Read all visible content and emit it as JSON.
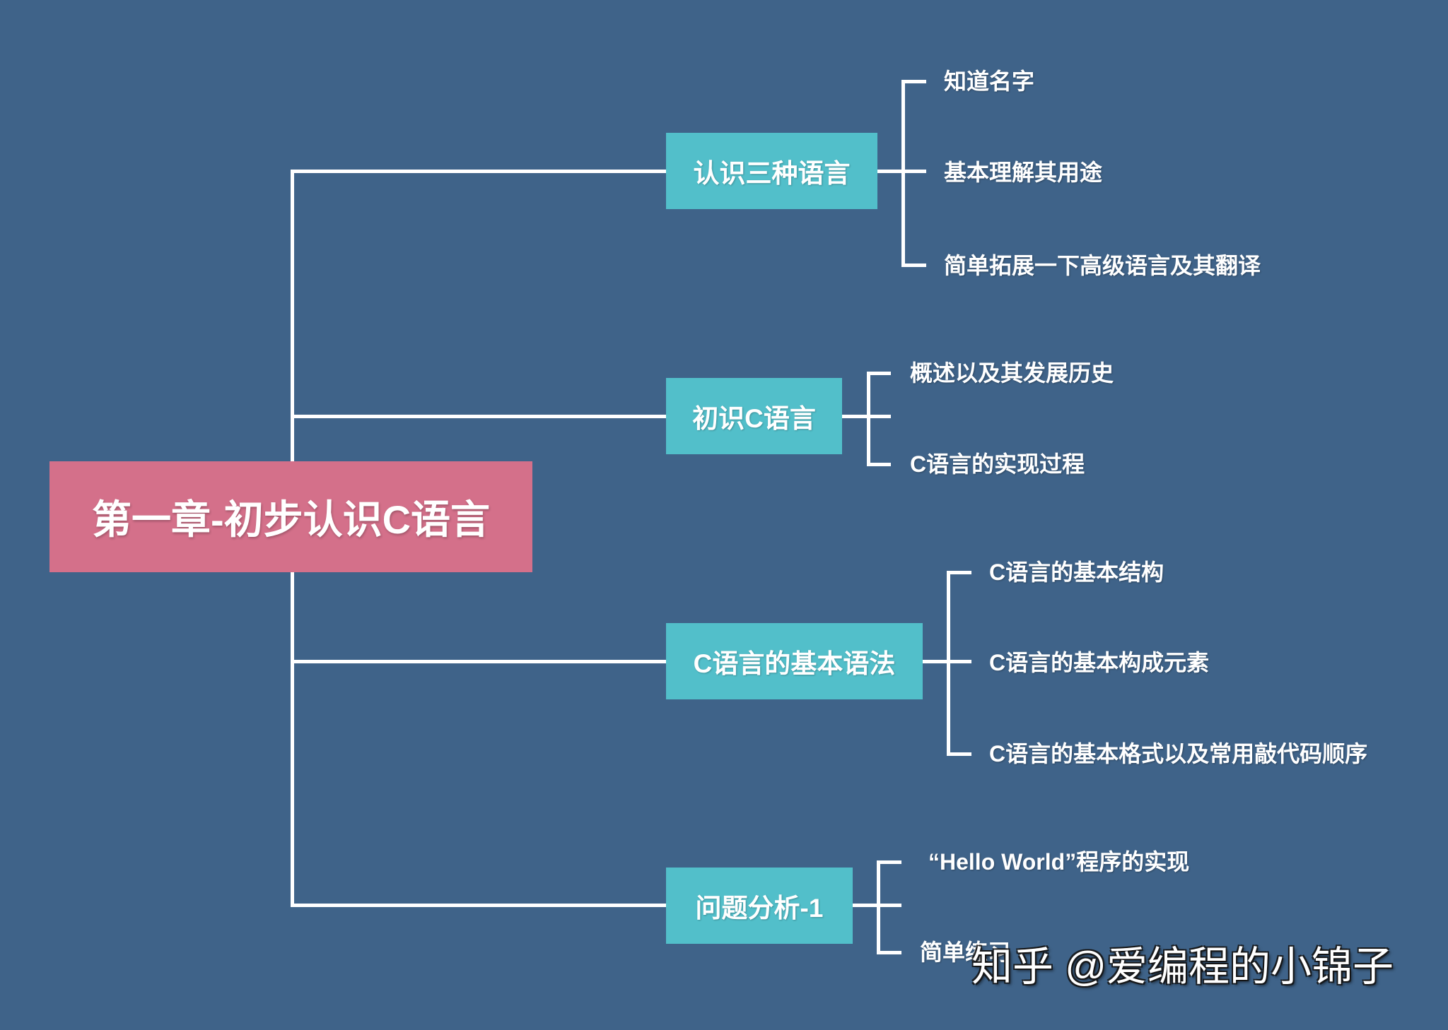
{
  "colors": {
    "background": "#3F6389",
    "root": "#D4708A",
    "branch": "#52BFCA",
    "line": "#FFFFFF",
    "text": "#FFFFFF"
  },
  "root": {
    "label": "第一章-初步认识C语言"
  },
  "branches": [
    {
      "label": "认识三种语言",
      "children": [
        "知道名字",
        "基本理解其用途",
        "简单拓展一下高级语言及其翻译"
      ]
    },
    {
      "label": "初识C语言",
      "children": [
        "概述以及其发展历史",
        "C语言的实现过程"
      ]
    },
    {
      "label": "C语言的基本语法",
      "children": [
        "C语言的基本结构",
        "C语言的基本构成元素",
        "C语言的基本格式以及常用敲代码顺序"
      ]
    },
    {
      "label": "问题分析-1",
      "children": [
        "“Hello World”程序的实现",
        "简单练习"
      ]
    }
  ],
  "watermark": "知乎 @爱编程的小锦子"
}
